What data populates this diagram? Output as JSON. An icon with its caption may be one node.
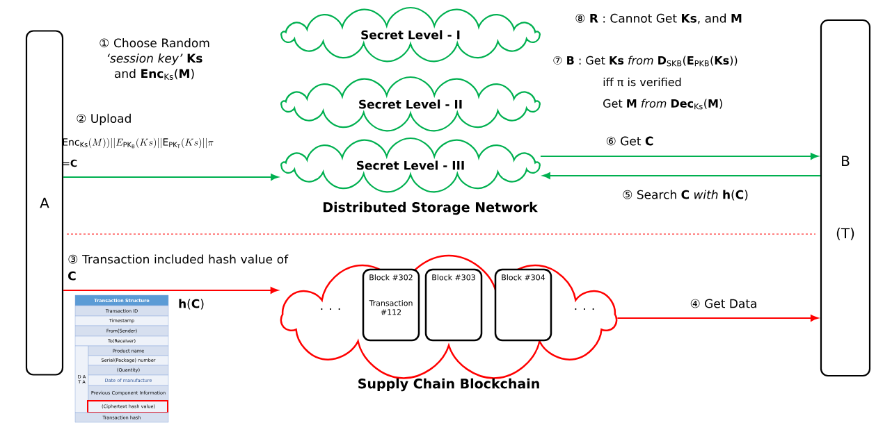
{
  "diagram": {
    "nodes": [
      {
        "text": [
          "A"
        ]
      },
      {
        "text": [
          "B",
          "(T)"
        ]
      },
      {
        "text": [
          "Secret Level - I"
        ]
      },
      {
        "text": [
          "Secret Level - II"
        ]
      },
      {
        "text": [
          "Secret Level - III"
        ]
      },
      {
        "text": [
          "Supply Chain Blockchain"
        ]
      },
      {
        "text": [
          "Block #302",
          "Transaction #112"
        ],
        "in": 5
      },
      {
        "text": [
          "Block #303"
        ],
        "in": 5
      },
      {
        "text": [
          "Block #304"
        ],
        "in": 5
      }
    ],
    "edges": [
      {
        "from": 0,
        "to": 4,
        "arrow": "to"
      },
      {
        "from": 0,
        "to": 5,
        "arrow": "to",
        "label": "**h**(**C**)",
        "color": "#ff0000"
      },
      {
        "from": 4,
        "to": 1,
        "arrow": "to",
        "label": "⑥ Get **C**"
      },
      {
        "from": 1,
        "to": 4,
        "arrow": "to",
        "label": "⑤ Search **C** *with* **h**(**C**)"
      },
      {
        "from": 5,
        "to": 1,
        "arrow": "to",
        "label": "④ Get Data",
        "color": "#ff0000"
      }
    ],
    "labels": [
      "① Choose Random *‘session key’* **Ks** and **Enc**$_{Ks}$(**M**)",
      "② Upload",
      "\\mathrm{Enc}_{\\mathrm{Ks}}(M))||E_{\\mathrm{PK}_{\\mathrm{B}}}(Ks)||\\mathrm{E}_{\\mathrm{PK}_{\\mathrm{T}}}(Ks)||\\pi",
      "=**C**",
      "⑧ **R** : Cannot Get **Ks**, and **M**",
      "⑦ **B** : Get **Ks** *from* **D**$_{SKB}$(**E**$_{PKB}$(**Ks**))",
      "iff π is verified",
      "Get **M** *from* **Dec**$_{Ks}$(**M**)",
      "Distributed Storage Network",
      "③ Transaction included hash value of **C**",
      ". . .",
      ". . .",
      "Transaction Structure",
      "Transaction ID",
      "Timestamp",
      "From(Sender)",
      "To(Receiver)",
      "D A T A",
      "Product name",
      "Serial(Package) number",
      "(Quantity)",
      "Date of manufacture",
      "Previous Component Information",
      "(Ciphertext hash value)",
      "Transaction hash"
    ]
  }
}
